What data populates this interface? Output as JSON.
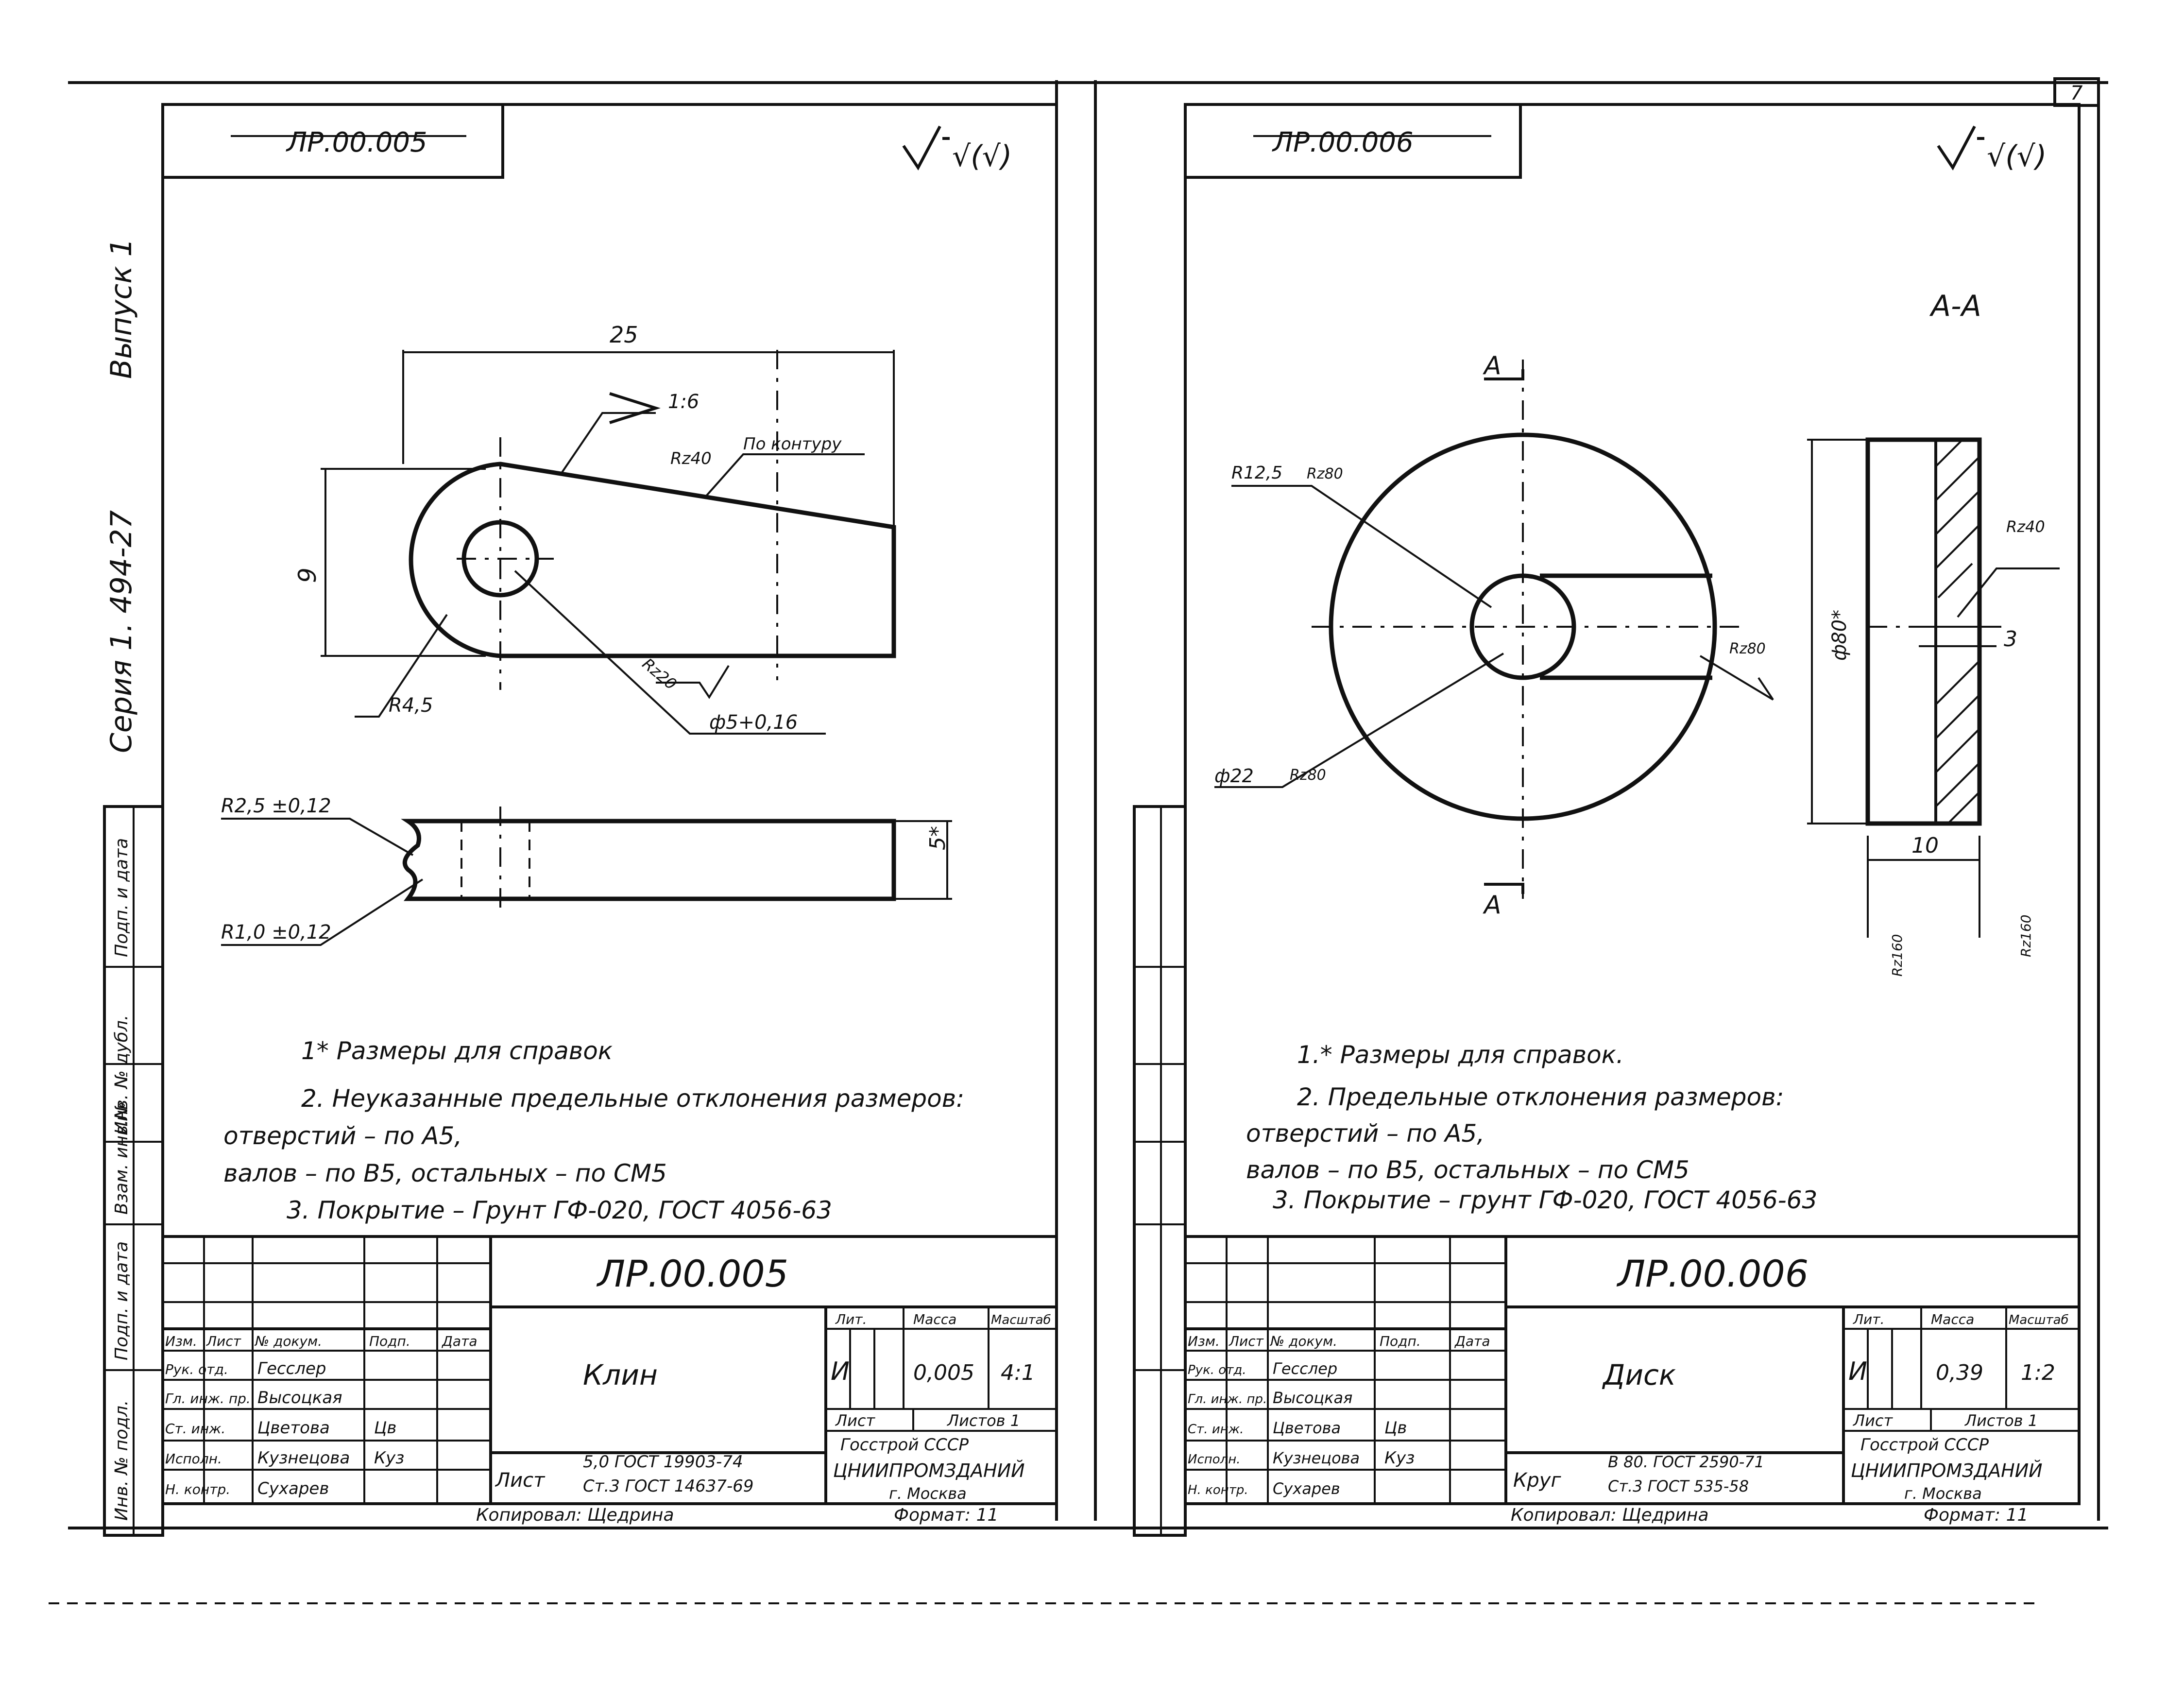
{
  "page": {
    "page_number": "7",
    "side_series": "Серия  1. 494-27",
    "side_issue": "Выпуск 1",
    "side_columns": [
      "Инв. № подл.",
      "Подп. и дата",
      "Взам. инв.№",
      "Инв. № дубл.",
      "Подп. и дата"
    ]
  },
  "sheet1": {
    "stamp_code": "ЛР.00.005",
    "roughness_sign": "√(√)",
    "dims": {
      "length": "25",
      "taper": "1:6",
      "rough_contour": "Rz40",
      "contour_note": "По контуру",
      "height": "9",
      "radius_end": "R4,5",
      "rough_hole": "Rz20",
      "hole": "ф5+0,16",
      "notch_r1": "R2,5 ±0,12",
      "notch_r2": "R1,0 ±0,12",
      "thickness": "5*"
    },
    "notes": [
      "1* Размеры для справок",
      "2. Неуказанные предельные отклонения размеров:",
      "отверстий   – по А5,",
      "валов       – по В5,  остальных – по СМ5",
      "3. Покрытие – Грунт ГФ-020, ГОСТ 4056-63"
    ],
    "title_block": {
      "designation": "ЛР.00.005",
      "name": "Клин",
      "col_headers": [
        "Изм.",
        "Лист",
        "№ докум.",
        "Подп.",
        "Дата"
      ],
      "roles": [
        "Рук. отд.",
        "Гл. инж. пр.",
        "Ст. инж.",
        "Исполн.",
        "Н. контр."
      ],
      "persons": [
        "Гесслер",
        "Высоцкая",
        "Цветова",
        "Кузнецова",
        "Сухарев"
      ],
      "signatures": [
        "",
        "",
        "Цв",
        "Куз",
        ""
      ],
      "lit_label": "Лит.",
      "mass_label": "Масса",
      "scale_label": "Масштаб",
      "lit_value": "И",
      "mass_value": "0,005",
      "scale_value": "4:1",
      "sheet_label": "Лист",
      "sheets_label": "Листов 1",
      "material_label": "Лист",
      "material_line1": "5,0 ГОСТ 19903-74",
      "material_line2": "Ст.3 ГОСТ 14637-69",
      "org_line1": "Госстрой СССР",
      "org_line2": "ЦНИИПРОМЗДАНИЙ",
      "org_line3": "г. Москва"
    },
    "copied": "Копировал: Щедрина",
    "format": "Формат: 11"
  },
  "sheet2": {
    "stamp_code": "ЛР.00.006",
    "roughness_sign": "√(√)",
    "section_label": "А-А",
    "cut_mark": "А",
    "dims": {
      "radius": "R12,5",
      "rough_outer": "Rz80",
      "rough_bore": "Rz80",
      "rough_face": "Rz40",
      "outer_diam": "ф80*",
      "bore": "ф22",
      "rough_bore2": "Rz80",
      "slot": "3",
      "thickness": "10",
      "rough_side1": "Rz160",
      "rough_side2": "Rz160"
    },
    "notes": [
      "1.* Размеры для справок.",
      "2. Предельные отклонения размеров:",
      "отверстий   – по А5,",
      "валов       – по В5,  остальных – по СМ5",
      "3. Покрытие – грунт ГФ-020, ГОСТ 4056-63"
    ],
    "title_block": {
      "designation": "ЛР.00.006",
      "name": "Диск",
      "col_headers": [
        "Изм.",
        "Лист",
        "№ докум.",
        "Подп.",
        "Дата"
      ],
      "roles": [
        "Рук. отд.",
        "Гл. инж. пр.",
        "Ст. инж.",
        "Исполн.",
        "Н. контр."
      ],
      "persons": [
        "Гесслер",
        "Высоцкая",
        "Цветова",
        "Кузнецова",
        "Сухарев"
      ],
      "signatures": [
        "",
        "",
        "Цв",
        "Куз",
        ""
      ],
      "lit_label": "Лит.",
      "mass_label": "Масса",
      "scale_label": "Масштаб",
      "lit_value": "И",
      "mass_value": "0,39",
      "scale_value": "1:2",
      "sheet_label": "Лист",
      "sheets_label": "Листов 1",
      "material_label": "Круг",
      "material_line1": "В 80. ГОСТ 2590-71",
      "material_line2": "Ст.3 ГОСТ 535-58",
      "org_line1": "Госстрой СССР",
      "org_line2": "ЦНИИПРОМЗДАНИЙ",
      "org_line3": "г. Москва"
    },
    "copied": "Копировал: Щедрина",
    "format": "Формат: 11"
  }
}
